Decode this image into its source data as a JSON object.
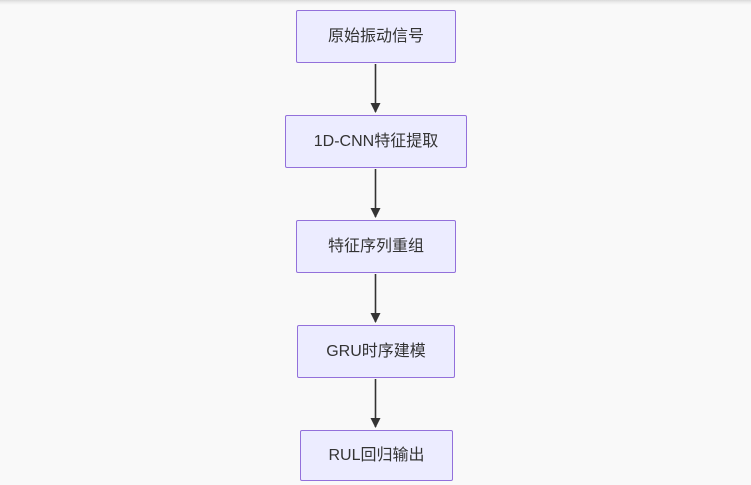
{
  "diagram": {
    "type": "flowchart-top-down",
    "nodes": [
      {
        "id": "A",
        "label": "原始振动信号"
      },
      {
        "id": "B",
        "label": "1D-CNN特征提取"
      },
      {
        "id": "C",
        "label": "特征序列重组"
      },
      {
        "id": "D",
        "label": "GRU时序建模"
      },
      {
        "id": "E",
        "label": "RUL回归输出"
      }
    ],
    "edges": [
      {
        "from": "A",
        "to": "B"
      },
      {
        "from": "B",
        "to": "C"
      },
      {
        "from": "C",
        "to": "D"
      },
      {
        "from": "D",
        "to": "E"
      }
    ]
  },
  "colors": {
    "canvas_bg": "#f9f9f9",
    "node_fill": "#ececff",
    "node_border": "#9370db",
    "node_text": "#333333",
    "arrow_color": "#333333"
  }
}
